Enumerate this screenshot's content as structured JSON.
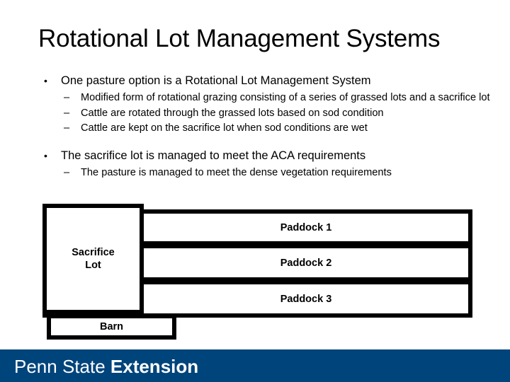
{
  "slide": {
    "title": "Rotational Lot Management Systems",
    "background_color": "#FFFFFF"
  },
  "body": {
    "groups": [
      {
        "level1": {
          "marker": "•",
          "text": "One pasture option is a Rotational Lot Management System"
        },
        "level2": [
          {
            "marker": "–",
            "text": "Modified form of rotational grazing consisting of a series of grassed lots and a sacrifice lot"
          },
          {
            "marker": "–",
            "text": "Cattle are rotated through the grassed lots based on sod condition"
          },
          {
            "marker": "–",
            "text": "Cattle are kept on the sacrifice lot when sod conditions are wet"
          }
        ]
      },
      {
        "level1": {
          "marker": "•",
          "text": "The sacrifice lot is managed to meet the ACA requirements"
        },
        "level2": [
          {
            "marker": "–",
            "text": "The pasture is managed to meet the dense vegetation requirements"
          }
        ]
      }
    ]
  },
  "diagram": {
    "type": "rotational-lot-layout",
    "border_color": "#000000",
    "fill_color": "#FFFFFF",
    "boxes": {
      "sacrifice_lot": "Sacrifice\nLot",
      "sacrifice_lot_line1": "Sacrifice",
      "sacrifice_lot_line2": "Lot",
      "paddock_1": "Paddock 1",
      "paddock_2": "Paddock 2",
      "paddock_3": "Paddock 3",
      "barn": "Barn"
    }
  },
  "footer": {
    "background_color": "#00447C",
    "logo_primary": "Penn State ",
    "logo_secondary": "Extension"
  }
}
